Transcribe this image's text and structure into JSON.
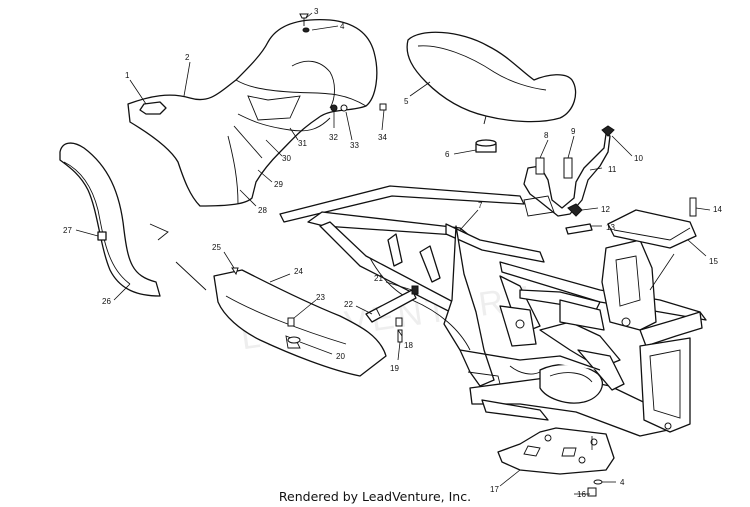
{
  "footer": {
    "credit": "Rendered by LeadVenture, Inc."
  },
  "watermark": {
    "text": "LEADVENTURE"
  },
  "callouts": [
    "1",
    "2",
    "3",
    "4",
    "5",
    "6",
    "7",
    "8",
    "9",
    "10",
    "11",
    "12",
    "13",
    "14",
    "15",
    "16",
    "17",
    "18",
    "19",
    "20",
    "21",
    "22",
    "23",
    "24",
    "25",
    "26",
    "27",
    "28",
    "29",
    "30",
    "31",
    "32",
    "33",
    "34",
    "4"
  ]
}
